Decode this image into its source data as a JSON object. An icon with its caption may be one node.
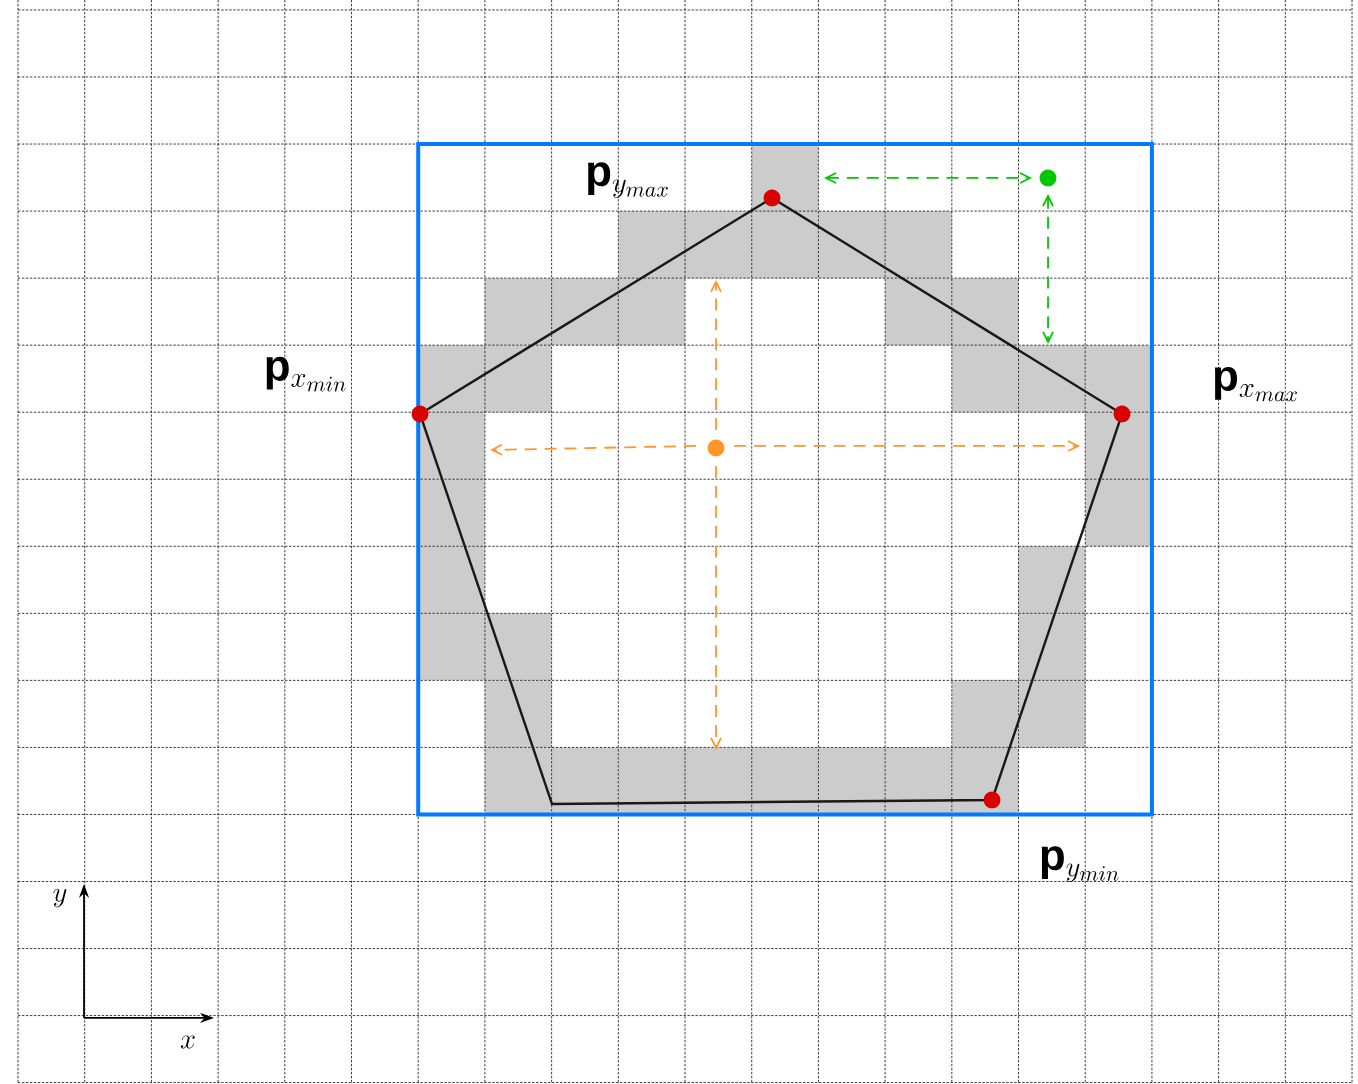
{
  "diagram": {
    "labels": [
      "\\mathbf{p}_{y_{max}}",
      "\\mathbf{p}_{x_{min}}",
      "\\mathbf{p}_{x_{max}}",
      "\\mathbf{p}_{y_{min}}",
      "y",
      "x"
    ]
  }
}
